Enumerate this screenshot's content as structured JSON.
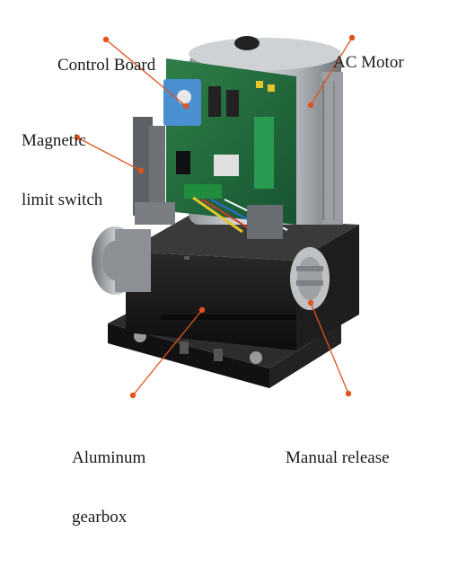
{
  "labels": {
    "control_board": "Control Board",
    "ac_motor": "AC Motor",
    "magnetic_line1": "Magnetic",
    "magnetic_line2": "limit switch",
    "aluminum_line1": "Aluminum",
    "aluminum_line2": "gearbox",
    "manual_release": "Manual release"
  },
  "colors": {
    "leader": "#e0531f",
    "dot": "#e0531f",
    "base_plate": "#1c1c1c",
    "gearbox_body": "#151515",
    "motor_housing": "#b9bcbf",
    "pcb": "#1f6b3a",
    "bracket": "#5d6166",
    "relay": "#4a8fd0",
    "wire_yellow": "#e6c52a"
  }
}
